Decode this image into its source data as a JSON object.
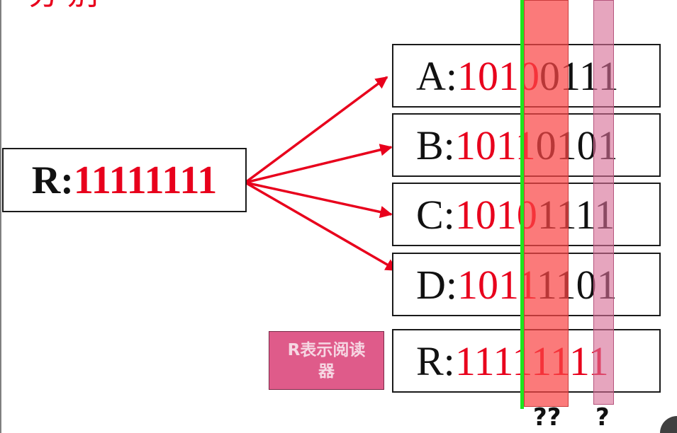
{
  "top_text": "分  别",
  "reader_box": {
    "label": "R:",
    "code": "11111111"
  },
  "tags": [
    {
      "label": "A:",
      "code": "10100111"
    },
    {
      "label": "B:",
      "code": "10110101"
    },
    {
      "label": "C:",
      "code": "10101111"
    },
    {
      "label": "D:",
      "code": "10111101"
    }
  ],
  "reader_bottom": {
    "label": "R:",
    "code": "11111111"
  },
  "legend_label": "R表示阅读器",
  "marks": {
    "double": "??",
    "single": "?"
  },
  "colors": {
    "code_digits": "#e8001c",
    "text": "#111111",
    "arrows": "#e8001c",
    "legend_fill": "#df5b8a",
    "column_red": "#fa4646",
    "column_pink": "#d76e96",
    "line_green": "#1ee61e"
  }
}
